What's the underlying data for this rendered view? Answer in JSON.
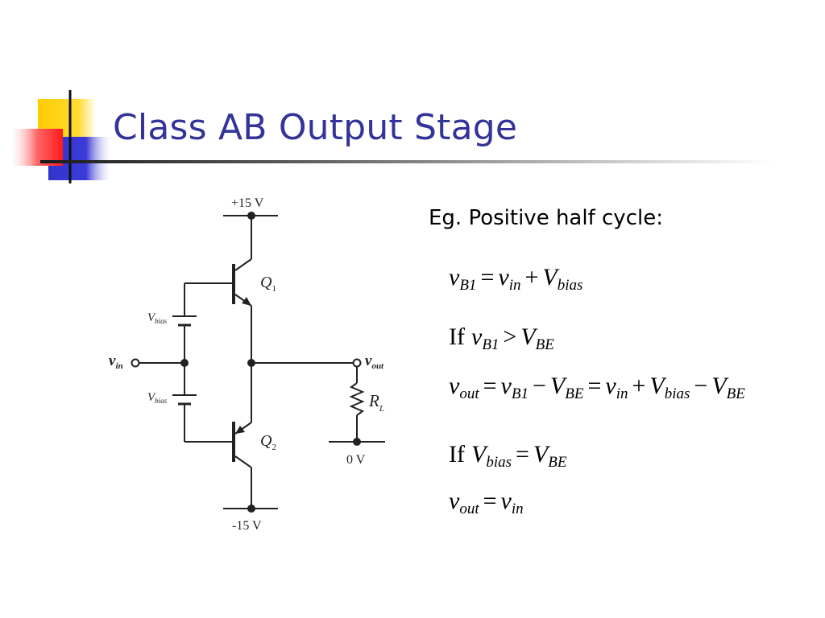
{
  "slide": {
    "title": "Class AB Output Stage"
  },
  "circuit": {
    "supply_pos": "+15 V",
    "supply_neg": "-15 V",
    "ground": "0 V",
    "q1": "Q",
    "q1_sub": "1",
    "q2": "Q",
    "q2_sub": "2",
    "vbias": "V",
    "vbias_sub": "bias",
    "vin": "v",
    "vin_sub": "in",
    "vout": "v",
    "vout_sub": "out",
    "rl": "R",
    "rl_sub": "L"
  },
  "content": {
    "intro": "Eg. Positive half cycle:",
    "if_word": "If",
    "eq1": {
      "v": "v",
      "B1": "B1",
      "eq": "=",
      "in": "in",
      "plus": "+",
      "V": "V",
      "bias": "bias"
    },
    "eq2": {
      "gt": ">",
      "BE": "BE"
    },
    "eq3": {
      "out": "out",
      "minus": "−"
    },
    "eq5": {}
  }
}
